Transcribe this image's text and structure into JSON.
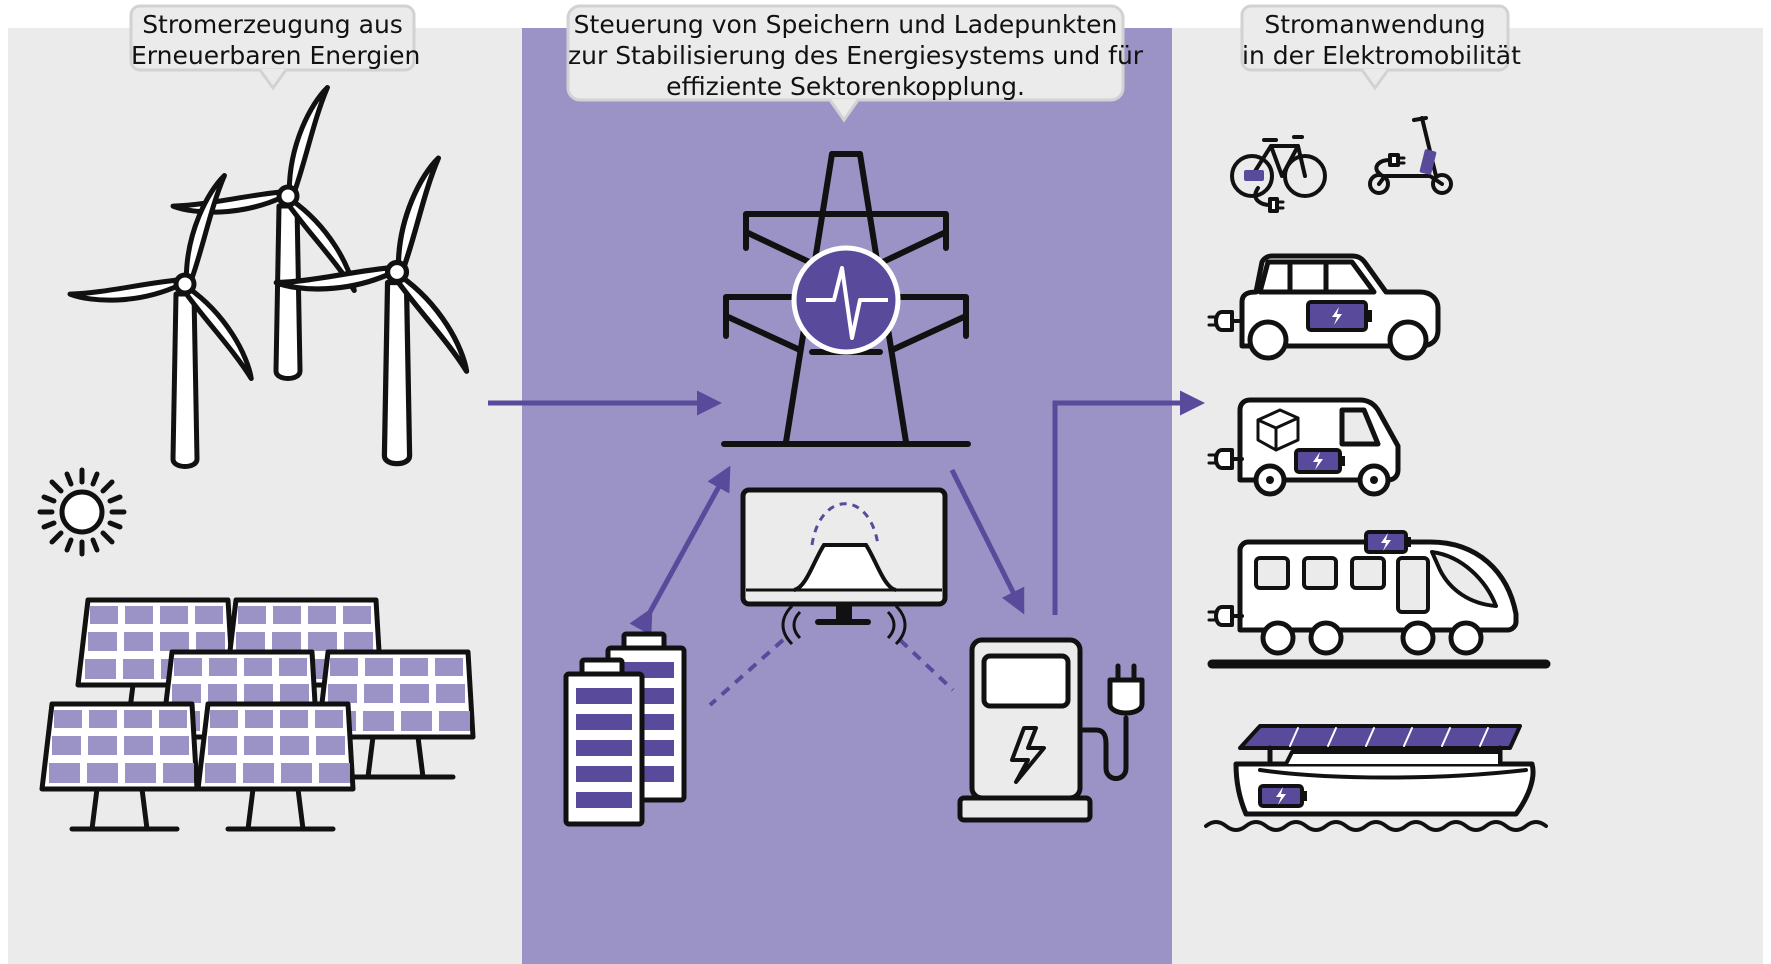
{
  "captions": {
    "left": [
      "Stromerzeugung aus",
      "Erneuerbaren Energien"
    ],
    "center": [
      "Steuerung von Speichern und Ladepunkten",
      "zur Stabilisierung des Energiesystems und für",
      "effiziente Sektorenkopplung."
    ],
    "right": [
      "Stromanwendung",
      "in der Elektromobilität"
    ]
  },
  "colors": {
    "panel_grey": "#ebebeb",
    "panel_purple": "#9b93c5",
    "accent_purple": "#5a4a9c",
    "outline": "#111111",
    "bubble_fill": "#ebebeb",
    "bubble_border": "#d2d2d2"
  },
  "icons": {
    "generation": [
      "wind-turbine-icon",
      "sun-icon",
      "solar-panel-icon"
    ],
    "control": [
      "power-pylon-icon",
      "grid-signal-icon",
      "monitor-icon",
      "battery-storage-icon",
      "charging-station-icon"
    ],
    "usage": [
      "e-bike-icon",
      "e-scooter-icon",
      "electric-car-icon",
      "electric-van-icon",
      "electric-train-icon",
      "electric-boat-icon"
    ]
  }
}
